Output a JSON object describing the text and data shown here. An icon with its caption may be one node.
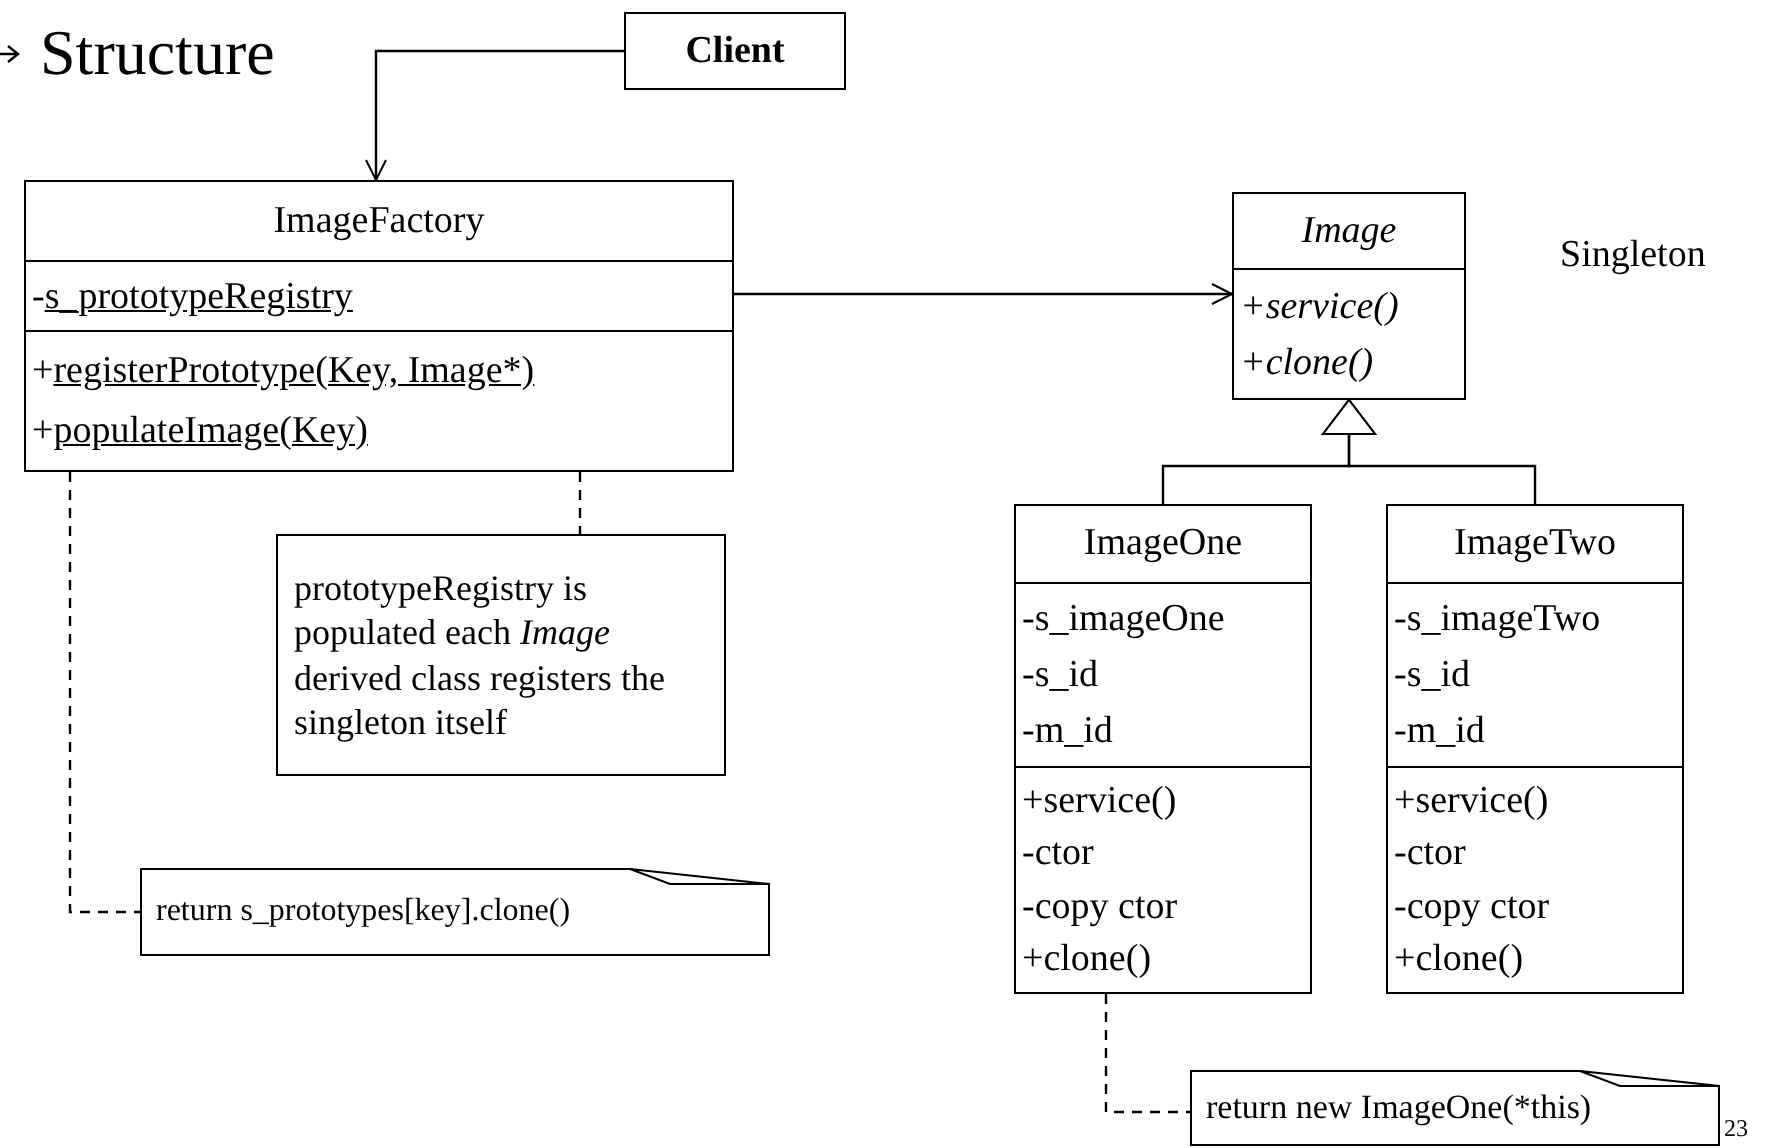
{
  "diagram": {
    "title": "Structure",
    "nodes": [
      {
        "text": [
          "Client"
        ]
      },
      {
        "text": [
          "ImageFactory",
          "-s_prototypeRegistry",
          "+registerPrototype(Key, Image*)",
          "+populateImage(Key)"
        ]
      },
      {
        "text": [
          "Image",
          "+service()",
          "+clone()"
        ]
      },
      {
        "text": [
          "ImageOne",
          "-s_imageOne",
          "-s_id",
          "-m_id",
          "+service()",
          "-ctor",
          "-copy ctor",
          "+clone()"
        ]
      },
      {
        "text": [
          "ImageTwo",
          "-s_imageTwo",
          "-s_id",
          "-m_id",
          "+service()",
          "-ctor",
          "-copy ctor",
          "+clone()"
        ]
      },
      {
        "text": [
          "prototypeRegistry is populated each *Image* derived class registers the singleton itself"
        ]
      },
      {
        "text": [
          "return s_prototypes[key].clone()"
        ]
      },
      {
        "text": [
          "return new ImageOne(*this)"
        ]
      }
    ],
    "edges": [
      {
        "from": 0,
        "to": 1,
        "arrow": "to"
      },
      {
        "from": 1,
        "to": 2,
        "arrow": "to"
      },
      {
        "from": 3,
        "to": 2,
        "arrow": "to"
      },
      {
        "from": 4,
        "to": 2,
        "arrow": "to"
      },
      {
        "from": 1,
        "to": 5,
        "arrow": "none",
        "style": "dashed"
      },
      {
        "from": 1,
        "to": 6,
        "arrow": "none",
        "style": "dashed"
      },
      {
        "from": 3,
        "to": 7,
        "arrow": "none",
        "style": "dashed"
      }
    ],
    "labels": [
      "Singleton",
      "23"
    ]
  }
}
